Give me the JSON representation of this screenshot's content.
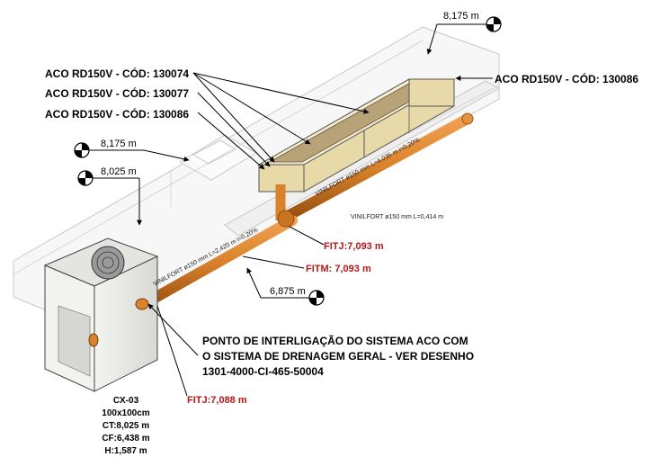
{
  "labels": {
    "aco_1": "ACO RD150V - CÓD: 130074",
    "aco_2": "ACO RD150V - CÓD: 130077",
    "aco_3": "ACO RD150V - CÓD: 130086",
    "aco_right": "ACO RD150V - CÓD: 130086"
  },
  "levels": {
    "top_right": "8,175 m",
    "left_upper": "8,175 m",
    "left_lower": "8,025 m",
    "bottom_mid": "6,875 m"
  },
  "pipes": {
    "upper": "VINILFORT ø150 mm L=4,035 m i=0,20%",
    "branch": "VINILFORT ø150 mm L=0,414 m",
    "lower": "VINILFORT ø150 mm L=2,420 m i=0,20%"
  },
  "fittings": {
    "fitj_top": "FITJ:7,093 m",
    "fitm": "FITM: 7,093 m",
    "fitj_bottom": "FITJ:7,088 m"
  },
  "note": {
    "line1": "PONTO DE INTERLIGAÇÃO DO SISTEMA ACO COM",
    "line2": "O SISTEMA DE DRENAGEM GERAL - VER DESENHO",
    "line3": "1301-4000-CI-465-50004"
  },
  "box": {
    "name": "CX-03",
    "size": "100x100cm",
    "ct": "CT:8,025 m",
    "cf": "CF:6,438 m",
    "h": "H:1,587 m"
  },
  "colors": {
    "pipe": "#d9822b",
    "pipe_dark": "#a85a14",
    "channel": "#e8d9a8",
    "concrete": "#ececec",
    "fit_red": "#b01818"
  }
}
